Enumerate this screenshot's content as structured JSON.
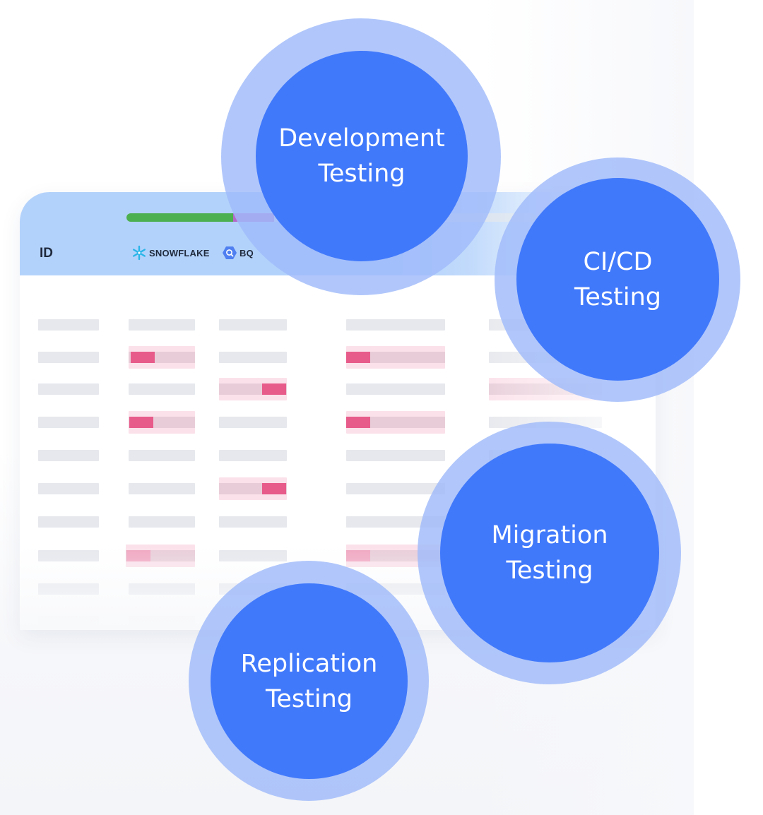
{
  "table": {
    "header": {
      "id_label": "ID",
      "sources": [
        {
          "name": "SNOWFLAKE",
          "icon": "snowflake-icon",
          "color": "#29b5e8"
        },
        {
          "name": "BQ",
          "icon": "bigquery-icon",
          "color": "#4f7ff0"
        }
      ]
    },
    "comparison_progress": [
      {
        "status": "match",
        "color": "#4caf50",
        "fraction": 0.26
      },
      {
        "status": "diff",
        "color": "#b36ac8",
        "fraction": 0.1
      },
      {
        "status": "remaining",
        "color": "#d9e3ef",
        "fraction": 0.64
      }
    ]
  },
  "circles": [
    {
      "line1": "Development",
      "line2": "Testing"
    },
    {
      "line1": "CI/CD",
      "line2": "Testing"
    },
    {
      "line1": "Migration",
      "line2": "Testing"
    },
    {
      "line1": "Replication",
      "line2": "Testing"
    }
  ],
  "colors": {
    "circle_fill": "#4179fb",
    "circle_ring": "#a0bbfa",
    "header_bg": "#b3d2fb",
    "diff_mark": "#e75b8a",
    "diff_bg": "#fbe1ea",
    "cell_placeholder": "#e6e8ed"
  }
}
